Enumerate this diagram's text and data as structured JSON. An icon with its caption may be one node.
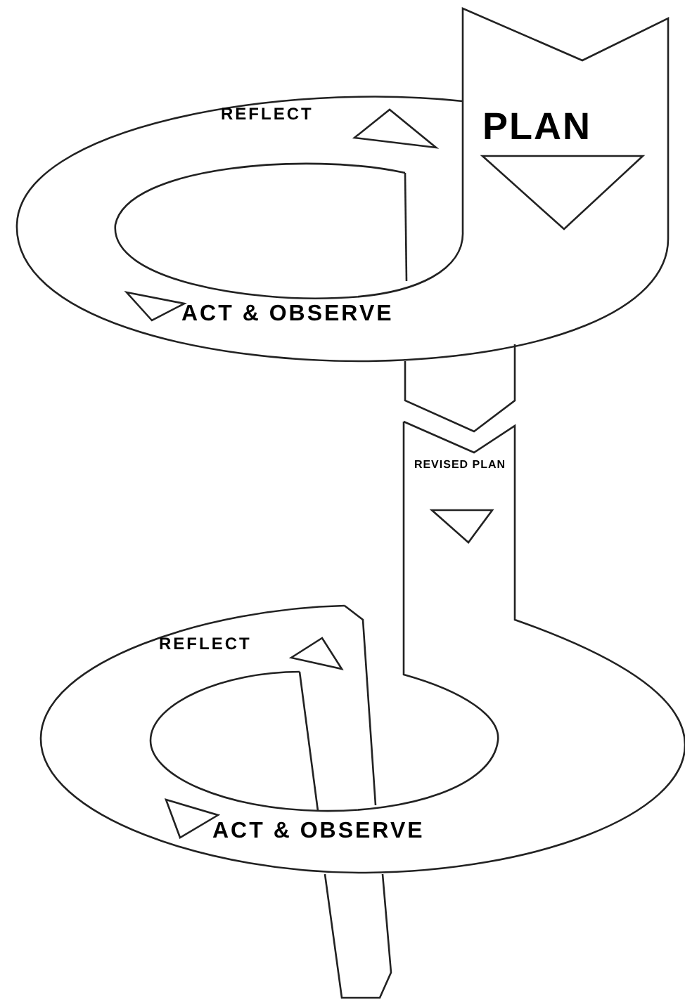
{
  "diagram": {
    "labels": [
      "REFLECT",
      "PLAN",
      "ACT & OBSERVE",
      "REVISED PLAN",
      "REFLECT",
      "ACT & OBSERVE"
    ]
  }
}
